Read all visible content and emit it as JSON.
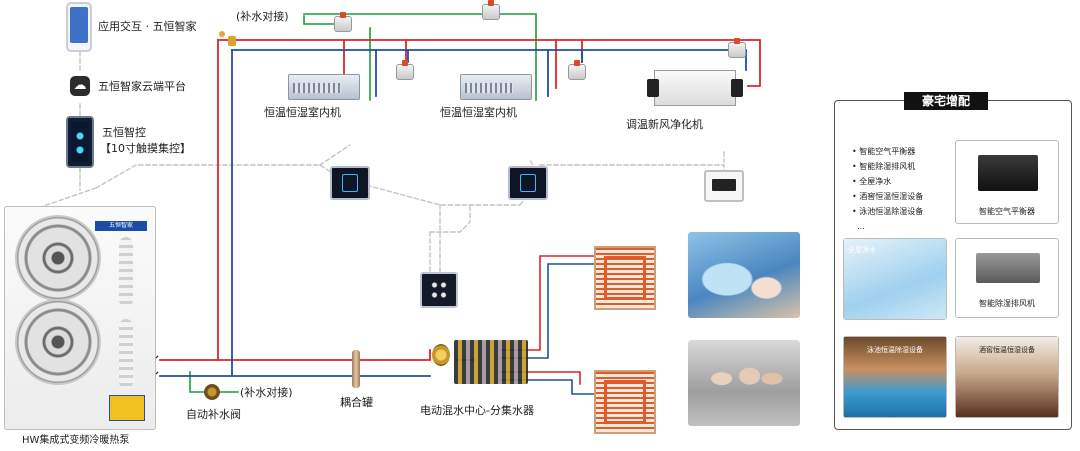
{
  "labels": {
    "app": "应用交互 · 五恒智家",
    "cloud": "五恒智家云端平台",
    "smart_control_line1": "五恒智控",
    "smart_control_line2": "【10寸触摸集控】",
    "water_top": "(补水对接)",
    "water_bottom": "(补水对接)",
    "indoor1": "恒温恒湿室内机",
    "indoor2": "恒温恒湿室内机",
    "erv": "调温新风净化机",
    "auto_valve": "自动补水阀",
    "coupling_tank": "耦合罐",
    "mixing_center": "电动混水中心-分集水器",
    "heat_pump": "HW集成式变频冷暖热泵",
    "hp_brand": "五恒智家"
  },
  "luxury": {
    "title": "豪宅增配",
    "items": [
      "智能空气平衡器",
      "智能除湿排风机",
      "全屋净水",
      "酒窖恒温恒湿设备",
      "泳池恒温除湿设备",
      "..."
    ],
    "card_air_balancer": "智能空气平衡器",
    "card_water_purify": "全屋净水",
    "card_dehumidifier": "智能除湿排风机",
    "card_pool": "泳池恒温除湿设备",
    "card_wine": "酒窖恒温恒湿设备"
  },
  "colors": {
    "hot_pipe": "#e0242a",
    "cold_pipe": "#1f4fa6",
    "makeup_pipe": "#1f9a3a",
    "signal_line": "#bdbdbd"
  }
}
